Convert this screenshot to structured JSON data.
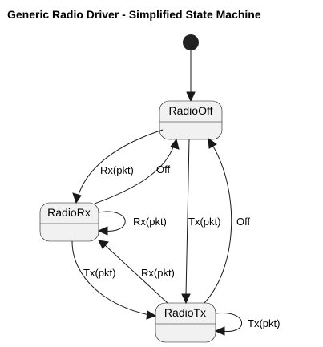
{
  "diagram": {
    "title": "Generic Radio Driver - Simplified State Machine",
    "initial_marker_color": "#222222",
    "state_fill": "#f1f1f1",
    "stroke_color": "#181818",
    "states": {
      "radio_off": "RadioOff",
      "radio_rx": "RadioRx",
      "radio_tx": "RadioTx"
    },
    "transitions": {
      "off_to_rx": "Rx(pkt)",
      "rx_to_off": "Off",
      "rx_self": "Rx(pkt)",
      "off_to_tx": "Tx(pkt)",
      "tx_to_off": "Off",
      "rx_to_tx": "Tx(pkt)",
      "tx_to_rx": "Rx(pkt)",
      "tx_self": "Tx(pkt)"
    }
  }
}
